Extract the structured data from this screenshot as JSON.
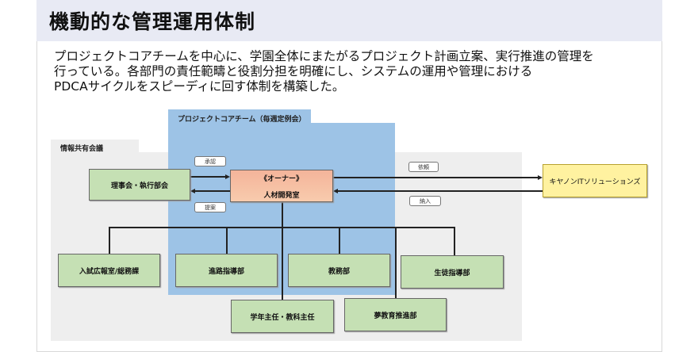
{
  "title": "機動的な管理運用体制",
  "description": {
    "lines": [
      "プロジェクトコアチームを中心に、学園全体にまたがるプロジェクト計画立案、実行推進の管理を",
      "行っている。各部門の責任範疇と役割分担を明確にし、システムの運用や管理における",
      "PDCAサイクルをスピーディに回す体制を構築した。"
    ]
  },
  "diagram": {
    "info_meeting_label": "情報共有会議",
    "core_team_label": "プロジェクトコアチーム（毎週定例会）",
    "board": "理事会・執行部会",
    "owner": {
      "role": "《オーナー》",
      "name": "人材開発室"
    },
    "vendor": "キヤノンITソリューションズ",
    "flows": {
      "approve": "承認",
      "propose": "提案",
      "request": "依頼",
      "deliver": "納入"
    },
    "departments": [
      "入試広報室/総務課",
      "進路指導部",
      "教務部",
      "生徒指導部",
      "学年主任・教科主任",
      "夢教育推進部"
    ]
  },
  "colors": {
    "header": "#e8eaf4",
    "core_team": "#9dc3e6",
    "info_meeting": "#eeeeee",
    "dept": "#c5e0b4",
    "owner": "#f8cbad",
    "vendor": "#fff2a0"
  }
}
